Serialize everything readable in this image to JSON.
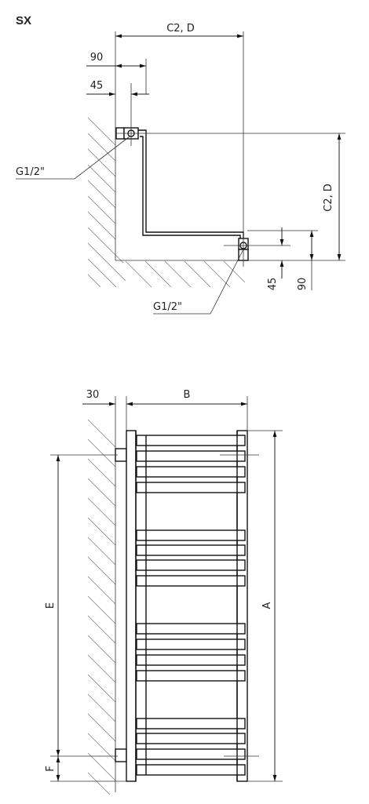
{
  "title": "SX",
  "top_view": {
    "dim_c2d_top": "C2, D",
    "dim_90": "90",
    "dim_45": "45",
    "label_g12_upper": "G1/2\"",
    "label_g12_lower": "G1/2\"",
    "dim_c2d_side": "C2, D",
    "dim_45_bottom": "45",
    "dim_90_bottom": "90"
  },
  "front_view": {
    "dim_30": "30",
    "dim_b": "B",
    "dim_a": "A",
    "dim_e": "E",
    "dim_f": "F"
  }
}
